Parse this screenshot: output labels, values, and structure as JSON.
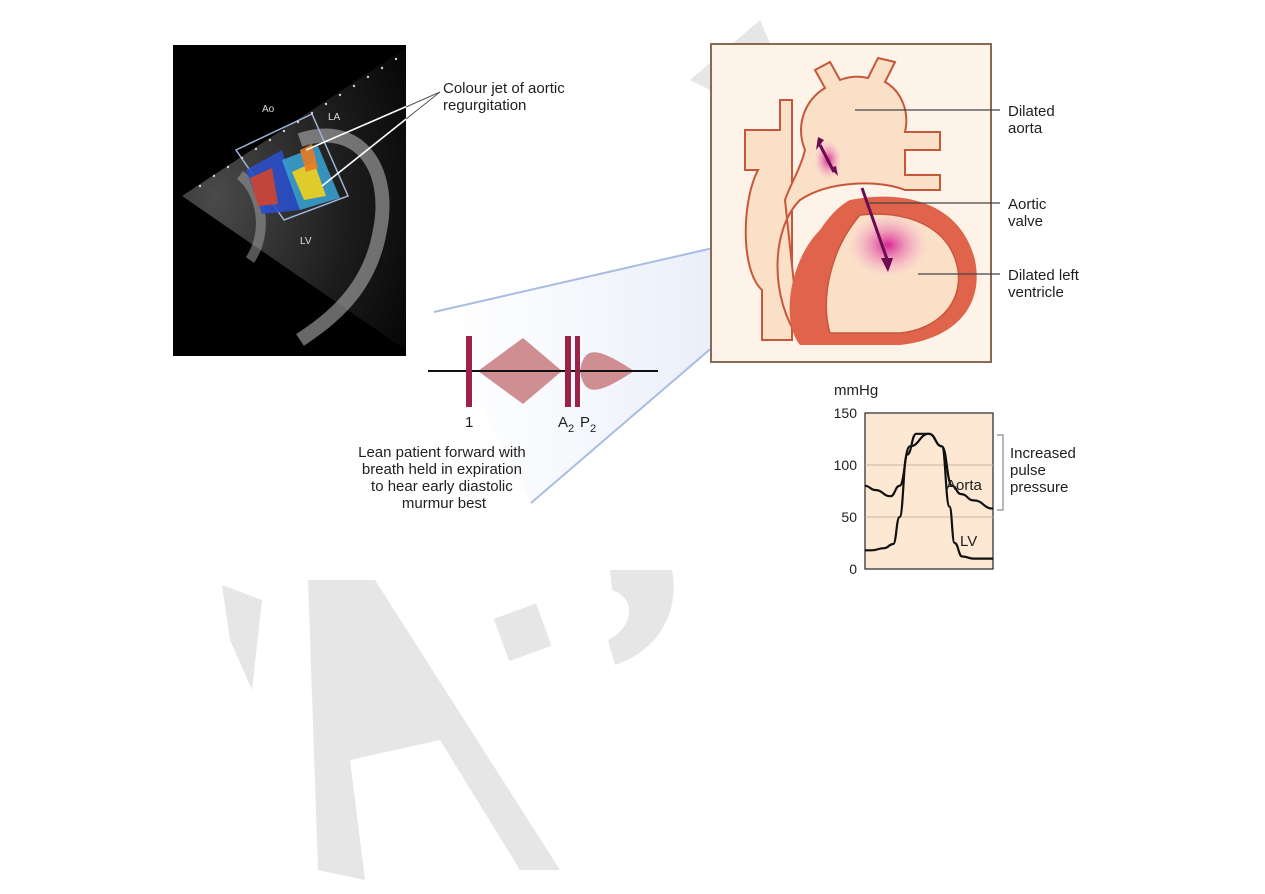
{
  "echo": {
    "label_ao": "Ao",
    "label_la": "LA",
    "label_lv": "LV",
    "callout": [
      "Colour jet of aortic",
      "regurgitation"
    ]
  },
  "phonocardiogram": {
    "s1_label": "1",
    "a2_base": "A",
    "a2_sub": "2",
    "p2_base": "P",
    "p2_sub": "2",
    "caption": [
      "Lean patient forward with",
      "breath held in expiration",
      "to hear early diastolic",
      "murmur best"
    ]
  },
  "heart": {
    "labels": {
      "dilated_aorta": [
        "Dilated",
        "aorta"
      ],
      "aortic_valve": [
        "Aortic",
        "valve"
      ],
      "dilated_lv": [
        "Dilated left",
        "ventricle"
      ]
    }
  },
  "chart_data": {
    "type": "line",
    "ylabel": "mmHg",
    "yticks": [
      0,
      50,
      100,
      150
    ],
    "ylim": [
      0,
      150
    ],
    "grid": true,
    "series": [
      {
        "name": "Aorta",
        "x": [
          0,
          0.08,
          0.2,
          0.27,
          0.35,
          0.5,
          0.6,
          0.68,
          0.75,
          0.85,
          1.0
        ],
        "y": [
          80,
          76,
          70,
          80,
          118,
          130,
          118,
          80,
          72,
          66,
          58
        ]
      },
      {
        "name": "LV",
        "x": [
          0,
          0.05,
          0.15,
          0.22,
          0.27,
          0.33,
          0.4,
          0.5,
          0.6,
          0.66,
          0.7,
          0.76,
          0.85,
          1.0
        ],
        "y": [
          18,
          18,
          20,
          24,
          50,
          110,
          130,
          130,
          118,
          60,
          25,
          12,
          10,
          10
        ]
      }
    ],
    "bracket_label": [
      "Increased",
      "pulse",
      "pressure"
    ]
  },
  "colors": {
    "heart_fill": "#fbe0c8",
    "heart_outline": "#c7573a",
    "myocardium": "#e0644c",
    "jet": "#d4148c",
    "chart_bg": "#fde8d3",
    "murmur": "#cf8e92",
    "sound_bar": "#9b2348",
    "watermark": "#e6e6e6"
  }
}
